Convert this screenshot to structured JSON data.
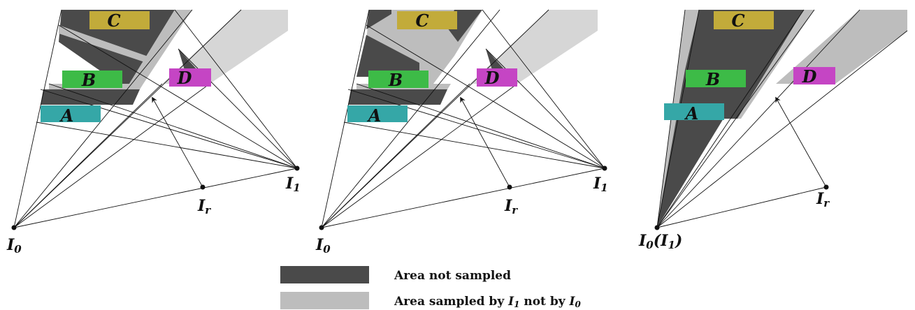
{
  "colors": {
    "not_sampled": "#4a4a4a",
    "sampled_by_I1_not_I0": "#bdbdbd",
    "box_A": "#35a7a7",
    "box_B": "#3dbb47",
    "box_C": "#c2ab3a",
    "box_D": "#c545c4",
    "lines": "#111111"
  },
  "panels": [
    {
      "boxes": {
        "A": "A",
        "B": "B",
        "C": "C",
        "D": "D"
      },
      "points": {
        "I0": "I",
        "I0_sub": "0",
        "I1": "I",
        "I1_sub": "1",
        "Ir": "I",
        "Ir_sub": "r"
      }
    },
    {
      "boxes": {
        "A": "A",
        "B": "B",
        "C": "C",
        "D": "D"
      },
      "points": {
        "I0": "I",
        "I0_sub": "0",
        "I1": "I",
        "I1_sub": "1",
        "Ir": "I",
        "Ir_sub": "r"
      }
    },
    {
      "boxes": {
        "A": "A",
        "B": "B",
        "C": "C",
        "D": "D"
      },
      "points": {
        "I0": "I",
        "I0_sub": "0",
        "I0_paren_open": "(I",
        "I0_paren_sub": "1",
        "I0_paren_close": ")",
        "Ir": "I",
        "Ir_sub": "r"
      }
    }
  ],
  "legend": {
    "not_sampled": "Area not sampled",
    "sampled_prefix": "Area sampled by ",
    "sampled_I1": "I",
    "sampled_I1_sub": "1",
    "sampled_mid": " not by ",
    "sampled_I0": "I",
    "sampled_I0_sub": "0"
  }
}
